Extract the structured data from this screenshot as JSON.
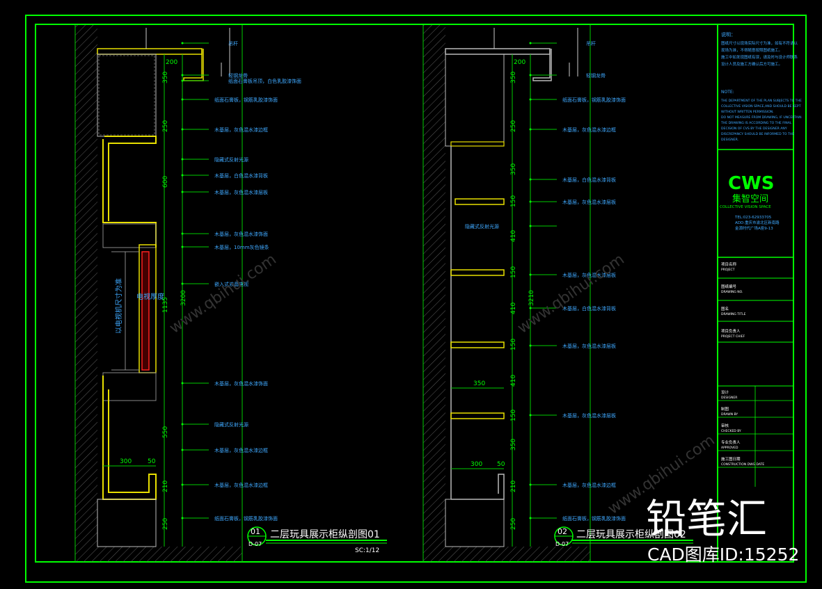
{
  "drawing1": {
    "title": "二层玩具展示柜纵剖图01",
    "number": "01",
    "ref": "D-07",
    "scale": "SC:1/12",
    "dims_vertical": [
      "200",
      "350",
      "250",
      "600",
      "1135",
      "3200",
      "550",
      "210",
      "250"
    ],
    "dims_horizontal": [
      "300",
      "50"
    ],
    "callouts": [
      "吊杆",
      "轻钢龙骨",
      "纸面石膏板吊顶，白色乳胶漆饰面",
      "纸面石膏板，钢筋乳胶漆饰面",
      "木基层，灰色混水漆边框",
      "隐藏式反射光源",
      "木基层，白色混水漆背板",
      "木基层，灰色混水漆层板",
      "木基层，灰色混水漆饰面",
      "木基层，10mm灰色镜条",
      "嵌入式液晶电视",
      "木基层，灰色混水漆饰面",
      "隐藏式反射光源",
      "木基层，灰色混水漆边框",
      "木基层，灰色混水漆边框",
      "纸面石膏板，钢筋乳胶漆饰面"
    ],
    "inner_label_a": "以电视机尺寸为准",
    "inner_label_b": "电视厚度"
  },
  "drawing2": {
    "title": "二层玩具展示柜纵剖图02",
    "number": "02",
    "ref": "D-07",
    "dims_vertical": [
      "200",
      "350",
      "250",
      "350",
      "150",
      "410",
      "150",
      "410",
      "150",
      "410",
      "150",
      "350",
      "210",
      "250",
      "3210"
    ],
    "dims_horizontal": [
      "350",
      "300",
      "50"
    ],
    "callouts": [
      "吊杆",
      "轻钢龙骨",
      "纸面石膏板，钢筋乳胶漆饰面",
      "木基层，灰色混水漆边框",
      "木基层，白色混水漆背板",
      "木基层，灰色混水漆层板",
      "隐藏式反射光源",
      "木基层，灰色混水漆层板",
      "木基层，白色混水漆背板",
      "木基层，灰色混水漆层板",
      "木基层，灰色混水漆层板",
      "木基层，灰色混水漆边框",
      "纸面石膏板，钢筋乳胶漆饰面"
    ]
  },
  "title_block": {
    "notes_heading_cn": "说明：",
    "notes_cn": [
      "图纸尺寸以现场实际尺寸为准，如有不符请以",
      "现场为准，不得随意按照图纸施工。",
      "施工中如发现图纸有误，请及时与设计师联系",
      "设计人员及施工方确认后方可施工。"
    ],
    "note_heading_en": "NOTE:",
    "notes_en": [
      "THE DEPARTMENT OF THE PLAN SUBJECTS TO THE",
      "COLLECTIVE VISION SPACE,AND SHOULD BE KEPT",
      "WITHOUT WRITTEN PERMISSION.",
      "DO NOT MEASURE FROM DRAWING, IF UNCERTAIN",
      "THE DRAWING IS ACCORDING TO THE FINAL",
      "DECISION OF CVS BY THE DESIGNER ANY",
      "DISCREPANCY SHOULD BE INFORMED TO THE",
      "DESIGNER."
    ],
    "logo": "CWS",
    "company_cn": "集智空间",
    "company_en": "COLLECTIVE VISION SPACE",
    "tel": "TEL:023-62933705",
    "addr1": "ADD:重庆市渝北区新南路",
    "addr2": "金源时代广场A座9-13",
    "rows": [
      {
        "label": "项目名称",
        "value": "PROJECT"
      },
      {
        "label": "图纸编号",
        "value": "DRAWING NO."
      },
      {
        "label": "图名",
        "value": "DRAWING TITLE"
      },
      {
        "label": "项目负责人",
        "value": "PROJECT CHIEF"
      },
      {
        "label": "设计",
        "value": "DESIGNER"
      },
      {
        "label": "制图",
        "value": "DRAWN BY"
      },
      {
        "label": "审核",
        "value": "CHECKED BY"
      },
      {
        "label": "专业负责人",
        "value": "APPROVED"
      },
      {
        "label": "施工图日期",
        "value": "CONSTRUCTION DWG DATE"
      }
    ]
  },
  "watermark": {
    "brand": "铅笔汇",
    "id_text": "CAD图库ID:15252",
    "url": "www.qbihui.com"
  },
  "colors": {
    "frame": "#00ff00",
    "line": "#00cc00",
    "text_cyan": "#3fa9ff",
    "text_yellow": "#ffff00",
    "hatch": "#6a6a6a",
    "shelf_yellow": "#e8e000",
    "red": "#ff2020"
  }
}
